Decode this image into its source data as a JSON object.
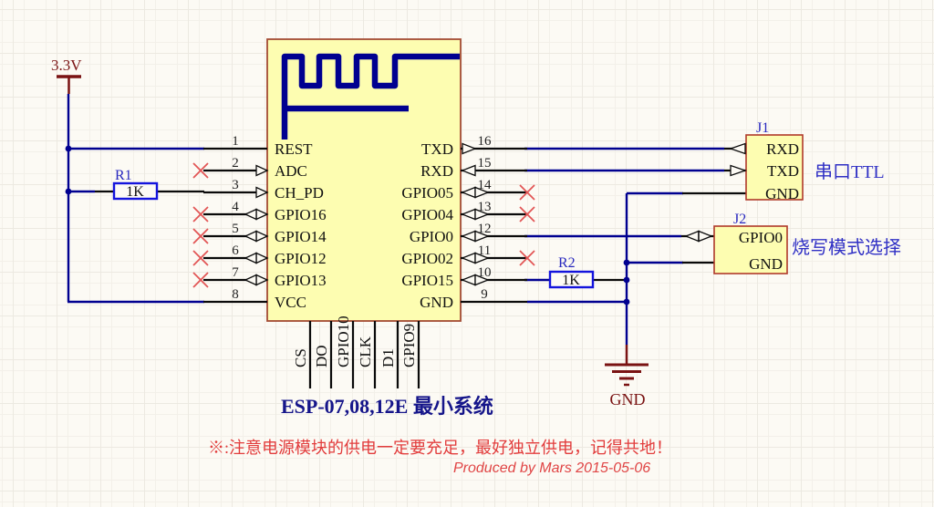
{
  "power": {
    "v33_label": "3.3V",
    "gnd_label": "GND"
  },
  "chip": {
    "left_pins": [
      {
        "num": "1",
        "name": "REST",
        "dir": "none",
        "nc": false
      },
      {
        "num": "2",
        "name": "ADC",
        "dir": "in",
        "nc": true
      },
      {
        "num": "3",
        "name": "CH_PD",
        "dir": "in",
        "nc": false
      },
      {
        "num": "4",
        "name": "GPIO16",
        "dir": "bi",
        "nc": true
      },
      {
        "num": "5",
        "name": "GPIO14",
        "dir": "bi",
        "nc": true
      },
      {
        "num": "6",
        "name": "GPIO12",
        "dir": "bi",
        "nc": true
      },
      {
        "num": "7",
        "name": "GPIO13",
        "dir": "bi",
        "nc": true
      },
      {
        "num": "8",
        "name": "VCC",
        "dir": "none",
        "nc": false
      }
    ],
    "right_pins": [
      {
        "num": "16",
        "name": "TXD",
        "dir": "out",
        "nc": false
      },
      {
        "num": "15",
        "name": "RXD",
        "dir": "in",
        "nc": false
      },
      {
        "num": "14",
        "name": "GPIO05",
        "dir": "bi",
        "nc": true
      },
      {
        "num": "13",
        "name": "GPIO04",
        "dir": "bi",
        "nc": true
      },
      {
        "num": "12",
        "name": "GPIO0",
        "dir": "bi",
        "nc": false
      },
      {
        "num": "11",
        "name": "GPIO02",
        "dir": "bi",
        "nc": true
      },
      {
        "num": "10",
        "name": "GPIO15",
        "dir": "bi",
        "nc": false
      },
      {
        "num": "9",
        "name": "GND",
        "dir": "none",
        "nc": false
      }
    ],
    "bottom_pins": [
      "CS",
      "DO",
      "GPIO10",
      "CLK",
      "D1",
      "GPIO9"
    ]
  },
  "resistors": [
    {
      "designator": "R1",
      "value": "1K"
    },
    {
      "designator": "R2",
      "value": "1K"
    }
  ],
  "connectors": [
    {
      "designator": "J1",
      "pins": [
        "RXD",
        "TXD",
        "GND"
      ],
      "note": "串口TTL"
    },
    {
      "designator": "J2",
      "pins": [
        "GPIO0",
        "GND"
      ],
      "note": "烧写模式选择"
    }
  ],
  "title": "ESP-07,08,12E 最小系统",
  "warning_note": "※:注意电源模块的供电一定要充足，最好独立供电，记得共地！",
  "credit": "Produced by Mars  2015-05-06",
  "colors": {
    "wire": "#000090",
    "chip_fill": "#FDFDB1",
    "chip_border": "#A34A33",
    "resistor_border": "#1414DD",
    "no_connect_x": "#E25555",
    "power_symbol": "#7A1313",
    "annotation_blue": "#3030C5",
    "warning_red": "#E23C3C"
  }
}
